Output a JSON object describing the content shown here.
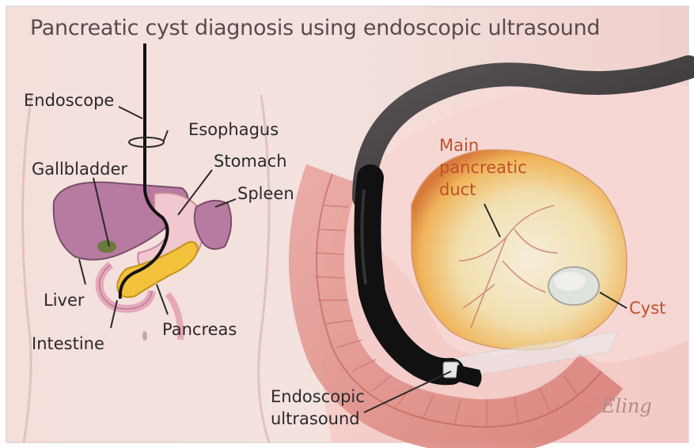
{
  "title": "Pancreatic cyst diagnosis using endoscopic ultrasound",
  "labels": {
    "endoscope": "Endoscope",
    "esophagus": "Esophagus",
    "gallbladder": "Gallbladder",
    "stomach": "Stomach",
    "spleen": "Spleen",
    "liver": "Liver",
    "intestine": "Intestine",
    "pancreas": "Pancreas",
    "main_duct_1": "Main",
    "main_duct_2": "pancreatic",
    "main_duct_3": "duct",
    "cyst": "Cyst",
    "eus_1": "Endoscopic",
    "eus_2": "ultrasound"
  },
  "signature": "Eling",
  "colors": {
    "background": "#f6e4e2",
    "organ_pink": "#b77aa0",
    "pancreas_yellow": "#f2c23a",
    "endoscope_black": "#111111",
    "accent_label": "#c0512a"
  }
}
